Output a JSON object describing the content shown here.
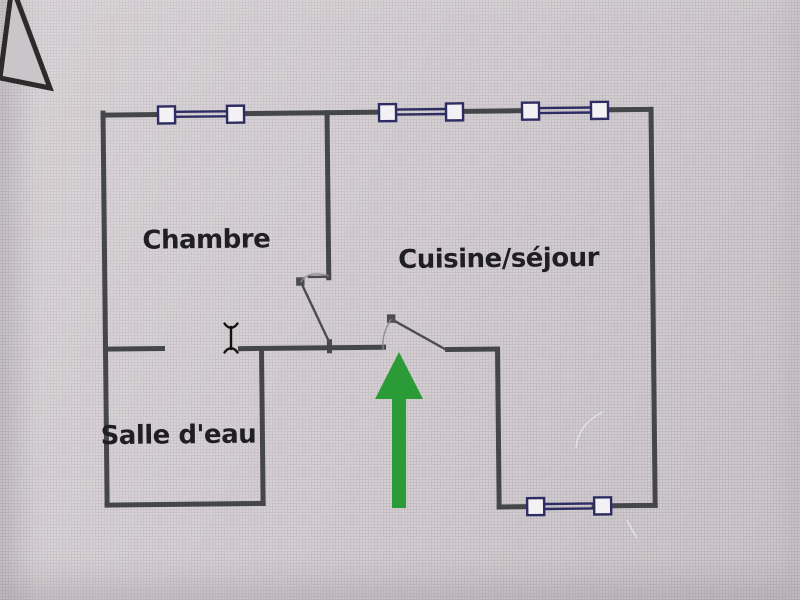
{
  "screen": {
    "description": "Photographed screen showing an apartment floor plan"
  },
  "floor_plan": {
    "rooms": [
      {
        "name": "chambre",
        "label": "Chambre"
      },
      {
        "name": "cuisine-sejour",
        "label": "Cuisine/séjour"
      },
      {
        "name": "salle-deau",
        "label": "Salle d'eau"
      }
    ],
    "window_symbols": 4,
    "door_symbols": 2,
    "entrance_marker": "green arrow pointing up at entrance door"
  },
  "colors": {
    "background": "#c9c3c7",
    "wall": "#45464a",
    "window_frame": "#2d2d63",
    "window_fill": "#f3f1f3",
    "door": "#4c4c50",
    "door_arc": "#8b8b90",
    "arrow_green": "#2a9b36",
    "label_text": "#1f1f22",
    "cursor_black": "#111111",
    "triangle_stroke": "#2d2a2c",
    "triangle_fill": "#c9c5c8"
  }
}
